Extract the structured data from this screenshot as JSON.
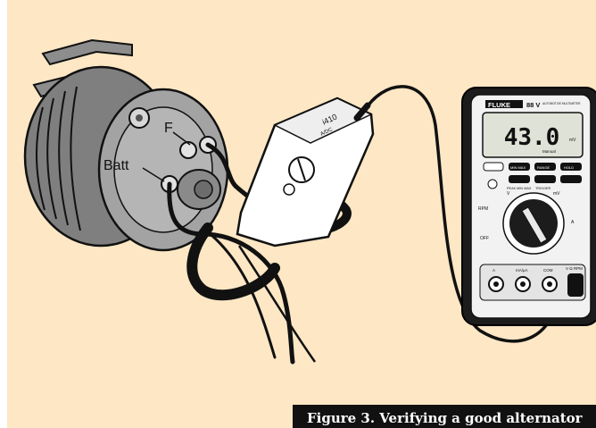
{
  "colors": {
    "background": "#fde7c4",
    "caption_bar": "#111111",
    "caption_text": "#ffffff",
    "metal_gray": "#9a9a9a",
    "meter_body": "#1c1c1c",
    "meter_screen": "#dfe2d6"
  },
  "alternator": {
    "terminal_f": "F",
    "terminal_batt": "Batt"
  },
  "clamp_accessory": {
    "model": "i410",
    "text_small": "A/DC"
  },
  "multimeter": {
    "brand": "FLUKE",
    "model": "88 V",
    "subtitle": "AUTOMOTIVE MULTIMETER",
    "reading": "43.0",
    "unit": "mV",
    "mode_text": "Manual",
    "button_labels": [
      "MIN MAX",
      "RANGE",
      "HOLD",
      "PEAK MIN MAX",
      "TRIGGER"
    ],
    "dial_labels": [
      "OFF",
      "RPM",
      "V",
      "mV",
      "A"
    ],
    "jack_labels": [
      "A",
      "mA/µA",
      "COM",
      "V Ω RPM"
    ]
  },
  "caption": "Figure 3. Verifying a good alternator"
}
